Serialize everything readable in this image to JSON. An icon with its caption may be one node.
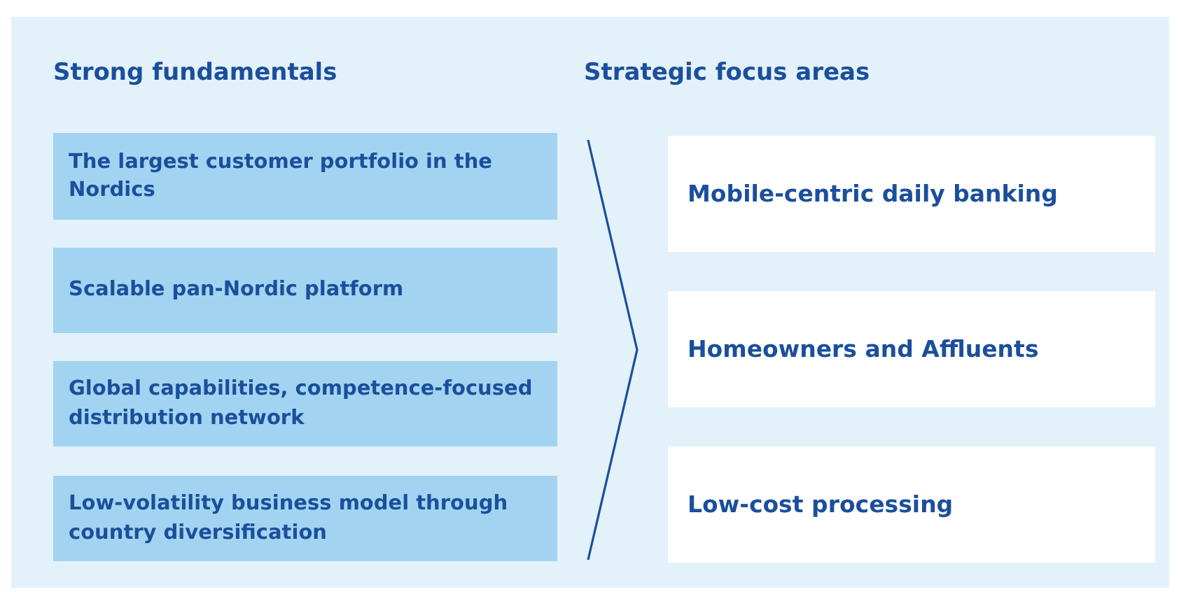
{
  "diagram": {
    "nodes": [
      {
        "text": [
          "The largest customer portfolio in the Nordics"
        ]
      },
      {
        "text": [
          "Scalable pan-Nordic platform"
        ]
      },
      {
        "text": [
          "Global capabilities, competence-focused distribution network"
        ]
      },
      {
        "text": [
          "Low-volatility business model through country diversification"
        ]
      },
      {
        "text": [
          "Mobile-centric daily banking"
        ]
      },
      {
        "text": [
          "Homeowners and Affluents"
        ]
      },
      {
        "text": [
          "Low-cost processing"
        ]
      }
    ],
    "labels": [
      "Strong fundamentals",
      "Strategic focus areas"
    ]
  }
}
